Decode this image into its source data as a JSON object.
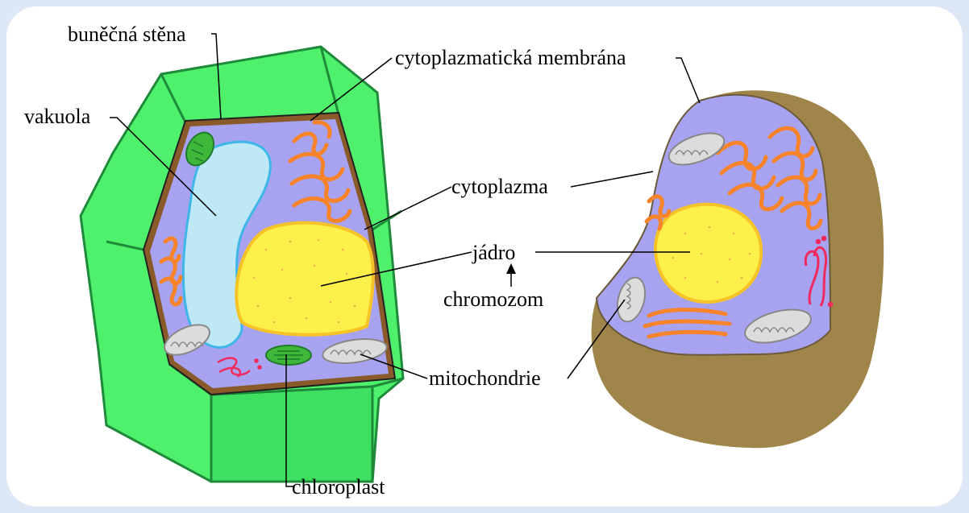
{
  "labels": {
    "cell_wall": "buněčná stěna",
    "cytoplasmic_membrane": "cytoplazmatická membrána",
    "vacuole": "vakuola",
    "cytoplasm": "cytoplazma",
    "nucleus": "jádro",
    "chromosome": "chromozom",
    "mitochondria": "mitochondrie",
    "chloroplast": "chloroplast"
  },
  "colors": {
    "cell_wall_green": "#4ef06c",
    "wall_edge": "#1f8a3a",
    "membrane_brown": "#8a5a2a",
    "cytoplasm_purple": "#a8a3f0",
    "vacuole_blue": "#bfe8f7",
    "nucleus_yellow": "#fdf04a",
    "nucleus_rim": "#f5c227",
    "golgi_orange": "#f7832a",
    "er_pink": "#f02a5c",
    "mitochondria_gray": "#dcdcdc",
    "chloroplast_green": "#3fb83a",
    "animal_outer": "#a0854a",
    "background": "#dde7f5"
  }
}
